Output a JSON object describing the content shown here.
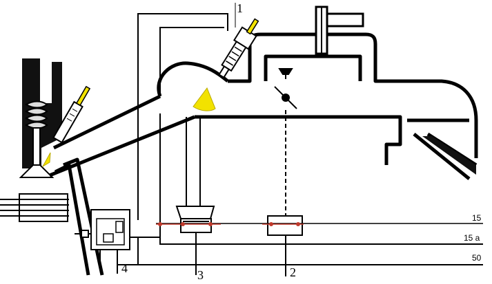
{
  "callouts": {
    "c1": "1",
    "c2": "2",
    "c3": "3",
    "c4": "4"
  },
  "terminals": {
    "t15": "15",
    "t15a": "15 a",
    "t50": "50"
  },
  "colors": {
    "line": "#000000",
    "wire_red": "#c0392b",
    "spray": "#f2e200",
    "background": "#ffffff"
  }
}
